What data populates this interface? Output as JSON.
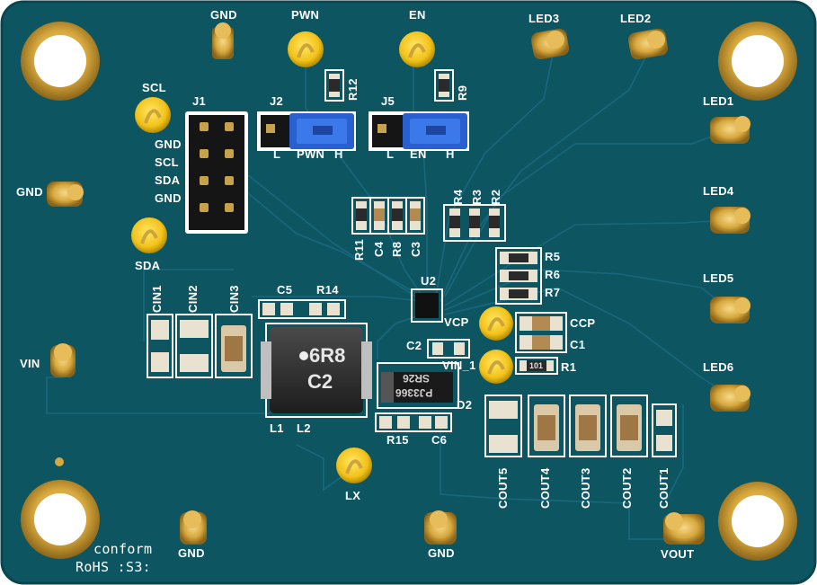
{
  "board": {
    "substrate_color": "#0d5561",
    "silkscreen_color": "#ffffff",
    "gold_color": "#d7a83e",
    "test_loop_color": "#f2c21a",
    "jumper_cap_color": "#2a5fd0"
  },
  "labels": {
    "gnd_top": "GND",
    "pwn_top": "PWN",
    "en_top": "EN",
    "led3": "LED3",
    "led2": "LED2",
    "led1": "LED1",
    "led4": "LED4",
    "led5": "LED5",
    "led6": "LED6",
    "scl": "SCL",
    "sda": "SDA",
    "gnd_left": "GND",
    "vin": "VIN",
    "j1": "J1",
    "j1_gnd1": "GND",
    "j1_scl": "SCL",
    "j1_sda": "SDA",
    "j1_gnd2": "GND",
    "j2": "J2",
    "j2_l": "L",
    "j2_pwn": "PWN",
    "j2_h": "H",
    "j5": "J5",
    "j5_l": "L",
    "j5_en": "EN",
    "j5_h": "H",
    "r12": "R12",
    "r9": "R9",
    "r11": "R11",
    "c4": "C4",
    "r8": "R8",
    "c3": "C3",
    "r4": "R4",
    "r3": "R3",
    "r2": "R2",
    "r5": "R5",
    "r6": "R6",
    "r7": "R7",
    "u2": "U2",
    "vcp": "VCP",
    "ccp": "CCP",
    "c1": "C1",
    "r1": "R1",
    "c2": "C2",
    "vin_1": "VIN_1",
    "d2": "D2",
    "c5": "C5",
    "r14": "R14",
    "cin1": "CIN1",
    "cin2": "CIN2",
    "cin3": "CIN3",
    "l1": "L1",
    "l2": "L2",
    "r15": "R15",
    "c6": "C6",
    "lx": "LX",
    "cout5": "COUT5",
    "cout4": "COUT4",
    "cout3": "COUT3",
    "cout2": "COUT2",
    "cout1": "COUT1",
    "gnd_bottom_left": "GND",
    "gnd_bottom_mid": "GND",
    "vout": "VOUT",
    "conform": "conform",
    "rohs": "RoHS :S3:"
  },
  "markings": {
    "inductor_line1": "6R8",
    "inductor_line2": "C2",
    "diode_line1": "SR26",
    "diode_line2": "PJ3366",
    "r1_chip": "101"
  }
}
